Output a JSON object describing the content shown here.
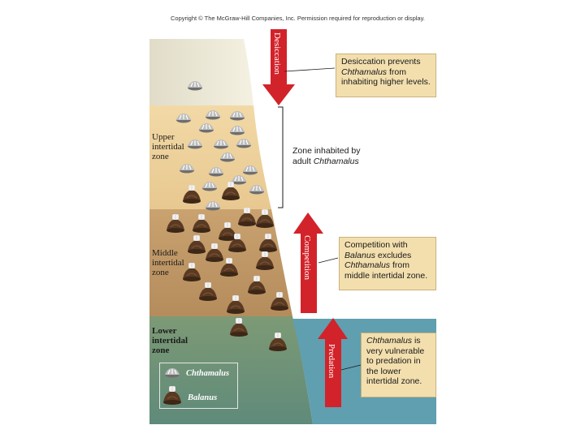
{
  "copyright": "Copyright © The McGraw-Hill Companies, Inc. Permission required for reproduction or display.",
  "zones": {
    "upper": [
      "Upper",
      "intertidal",
      "zone"
    ],
    "middle": [
      "Middle",
      "intertidal",
      "zone"
    ],
    "lower": [
      "Lower",
      "intertidal",
      "zone"
    ]
  },
  "arrows": {
    "desiccation": "Desiccation",
    "competition": "Competition",
    "predation": "Predation"
  },
  "adult_zone": {
    "line1": "Zone inhabited by",
    "line2_prefix": "adult ",
    "line2_species": "Chthamalus"
  },
  "callouts": {
    "desiccation": {
      "line1": "Desiccation prevents",
      "line2_species": "Chthamalus",
      "line2_suffix": " from",
      "line3": "inhabiting higher levels."
    },
    "competition": {
      "line1": "Competition with",
      "line2_species": "Balanus",
      "line2_suffix": " excludes",
      "line3_species": "Chthamalus",
      "line3_suffix": " from",
      "line4": "middle intertidal zone."
    },
    "predation": {
      "line1_species": "Chthamalus",
      "line1_suffix": " is",
      "line2": "very vulnerable",
      "line3": "to predation in",
      "line4": "the lower",
      "line5": "intertidal zone."
    }
  },
  "legend": {
    "chthamalus": "Chthamalus",
    "balanus": "Balanus"
  },
  "colors": {
    "arrow": "#d2232a",
    "callout_fill": "#f3dfae",
    "sky": "#f2eedc",
    "water": "#5f9fb0"
  }
}
